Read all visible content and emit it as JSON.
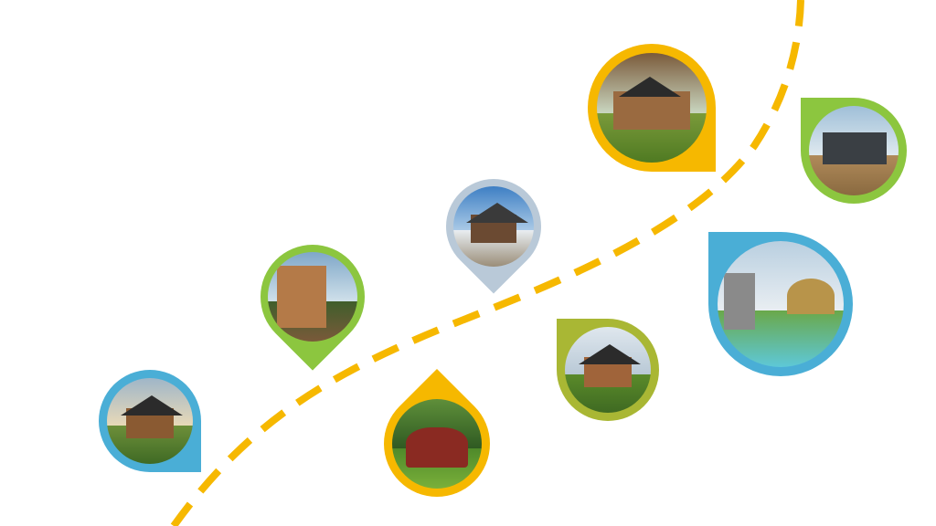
{
  "colors": {
    "path": "#f6b800",
    "blue": "#4aaed6",
    "green": "#8cc63f",
    "slate": "#b9c9d8",
    "yellow": "#f6b800",
    "olive": "#a9b734"
  },
  "pins": [
    {
      "name": "cabin-meadow",
      "color": "blue"
    },
    {
      "name": "modern-wood-house",
      "color": "green"
    },
    {
      "name": "snow-cabins",
      "color": "slate"
    },
    {
      "name": "yurt",
      "color": "yellow"
    },
    {
      "name": "forest-houses",
      "color": "yellow"
    },
    {
      "name": "glass-cabin",
      "color": "green"
    },
    {
      "name": "log-house",
      "color": "olive"
    },
    {
      "name": "pool-villa",
      "color": "blue"
    }
  ]
}
